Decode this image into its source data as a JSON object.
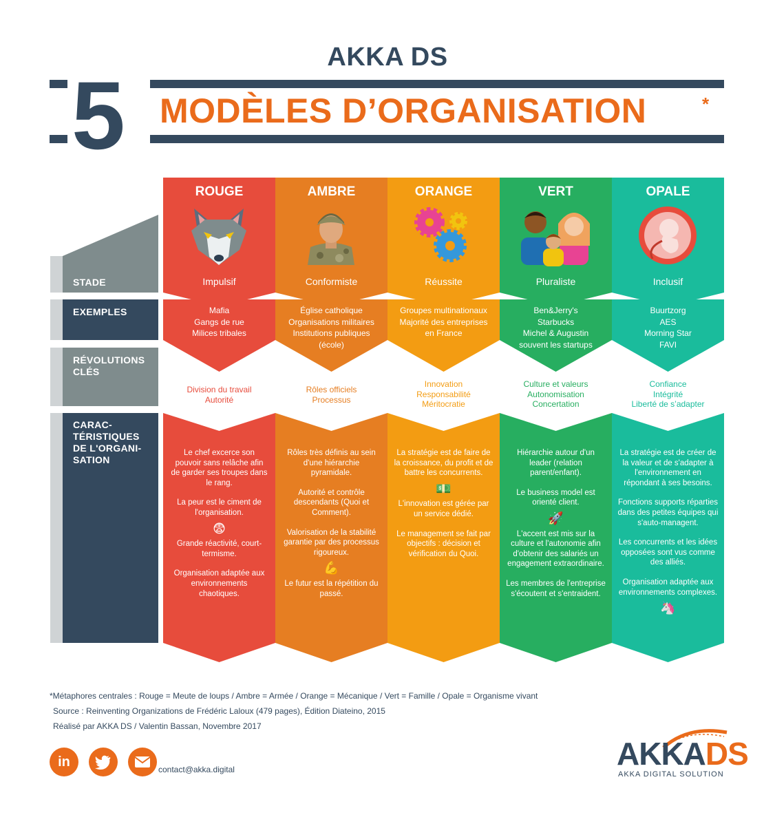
{
  "header": {
    "brand": "AKKA DS",
    "number": "5",
    "title": "MODÈLES D’ORGANISATION",
    "asterisk": "*"
  },
  "rows": {
    "stade": "STADE",
    "exemples": "EXEMPLES",
    "revolutions": "RÉVOLUTIONS CLÉS",
    "caracteristiques": "CARAC-TÉRISTIQUES DE L'ORGANI-SATION"
  },
  "columns": [
    {
      "name": "ROUGE",
      "color": "#e74c3c",
      "revcolor": "#e74c3c",
      "icon": "wolf-icon",
      "stage": "Impulsif",
      "examples": [
        "Mafia",
        "Gangs de rue",
        "Milices tribales"
      ],
      "revolutions": [
        "Division du travail",
        "Autorité"
      ],
      "characteristics": [
        "Le chef excerce son pouvoir sans relâche afin de garder ses troupes dans le rang.",
        "La peur est le ciment de l'organisation.",
        "Grande réactivité, court-termisme.",
        "Organisation adaptée aux environnements chaotiques."
      ]
    },
    {
      "name": "AMBRE",
      "color": "#e67e22",
      "revcolor": "#e67e22",
      "icon": "soldier-icon",
      "stage": "Conformiste",
      "examples": [
        "Église catholique",
        "Organisations militaires",
        "Institutions publiques",
        "(école)"
      ],
      "revolutions": [
        "Rôles officiels",
        "Processus"
      ],
      "characteristics": [
        "Rôles très définis au sein d'une hiérarchie pyramidale.",
        "Autorité et contrôle descendants (Quoi et Comment).",
        "Valorisation de la stabilité garantie par des processus rigoureux.",
        "Le futur est la répétition du passé."
      ]
    },
    {
      "name": "ORANGE",
      "color": "#f39c12",
      "revcolor": "#f39c12",
      "icon": "gears-icon",
      "stage": "Réussite",
      "examples": [
        "Groupes multinationaux",
        "Majorité des entreprises",
        "en France"
      ],
      "revolutions": [
        "Innovation",
        "Responsabilité",
        "Méritocratie"
      ],
      "characteristics": [
        "La stratégie est de faire de la croissance, du profit et de battre les concurrents.",
        "L'innovation est gérée par un service dédié.",
        "Le management se fait par objectifs : décision et vérification du Quoi."
      ]
    },
    {
      "name": "VERT",
      "color": "#27ae60",
      "revcolor": "#27ae60",
      "icon": "family-icon",
      "stage": "Pluraliste",
      "examples": [
        "Ben&Jerry's",
        "Starbucks",
        "Michel & Augustin",
        "souvent les startups"
      ],
      "revolutions": [
        "Culture et valeurs",
        "Autonomisation",
        "Concertation"
      ],
      "characteristics": [
        "Hiérarchie autour d'un leader (relation parent/enfant).",
        "Le business model est orienté client.",
        "L'accent est mis sur la culture et l'autonomie afin d'obtenir des salariés un engagement extraordinaire.",
        "Les membres de l'entreprise s'écoutent et s'entraident."
      ]
    },
    {
      "name": "OPALE",
      "color": "#1abc9c",
      "revcolor": "#1abc9c",
      "icon": "embryo-icon",
      "stage": "Inclusif",
      "examples": [
        "Buurtzorg",
        "AES",
        "Morning Star",
        "FAVI"
      ],
      "revolutions": [
        "Confiance",
        "Intégrité",
        "Liberté de s’adapter"
      ],
      "characteristics": [
        "La stratégie est de créer de la valeur et de s'adapter à l'environnement en répondant à ses besoins.",
        "Fonctions supports réparties dans des petites équipes qui s'auto-managent.",
        "Les concurrents et les idées opposées sont vus comme des alliés.",
        "Organisation adaptée aux environnements complexes."
      ]
    }
  ],
  "emojis": {
    "fear": "😨",
    "muscle": "💪",
    "money": "💵",
    "rocket": "🚀",
    "unicorn": "🦄"
  },
  "footer": {
    "metaphors": "*Métaphores centrales :  Rouge = Meute de loups  /  Ambre = Armée  /  Orange = Mécanique  /  Vert = Famille  /  Opale = Organisme vivant",
    "source": "Source : Reinventing Organizations de Frédéric Laloux (479 pages), Édition Diateino, 2015",
    "credit": "Réalisé par AKKA DS / Valentin Bassan, Novembre 2017",
    "email": "contact@akka.digital",
    "linkedin": "in",
    "logo_akka": "AKKA",
    "logo_ds": "DS",
    "logo_tagline": "AKKA DIGITAL SOLUTION"
  },
  "colors": {
    "navy": "#34495e",
    "grey": "#7f8c8d",
    "lightgrey": "#cfd3d5",
    "accent": "#ea6b1b"
  }
}
